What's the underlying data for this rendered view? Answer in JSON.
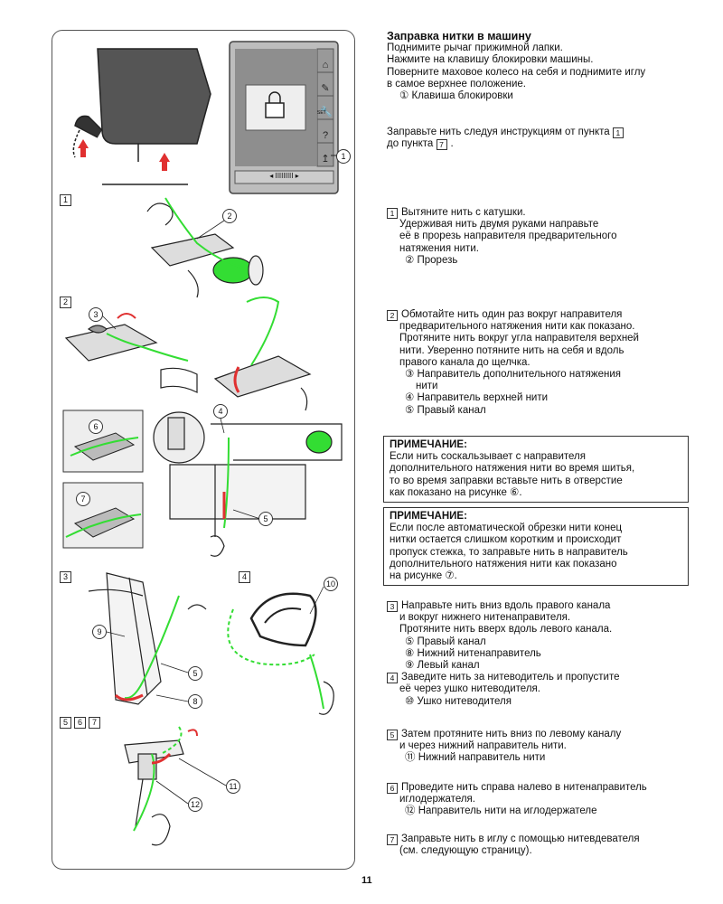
{
  "title": "Заправка нитки в машину",
  "intro": [
    "Поднимите рычаг прижимной лапки.",
    "Нажмите на клавишу блокировки машины.",
    "Поверните маховое колесо на себя и поднимите иглу",
    "в самое верхнее положение.",
    "① Клавиша блокировки"
  ],
  "intro2": [
    "Заправьте нить следуя инструкциям от пункта",
    "до пункта",
    "."
  ],
  "step1": {
    "num": "1",
    "lines": [
      "Вытяните нить с катушки.",
      "Удерживая нить двумя руками направьте",
      "её в прорезь направителя предварительного",
      "натяжения нити."
    ],
    "legend": [
      "② Прорезь"
    ]
  },
  "step2": {
    "num": "2",
    "lines": [
      "Обмотайте нить один раз вокруг направителя",
      "предварительного натяжения нити как показано.",
      "Протяните нить вокруг угла направителя верхней",
      "нити. Уверенно потяните нить на себя и вдоль",
      "правого канала до щелчка."
    ],
    "legend": [
      "③ Направитель дополнительного натяжения",
      "нити",
      "④ Направитель верхней нити",
      "⑤ Правый канал"
    ]
  },
  "note1": {
    "heading": "ПРИМЕЧАНИЕ:",
    "lines": [
      "Если нить соскальзывает с направителя",
      "дополнительного натяжения нити во время шитья,",
      "то во время заправки вставьте нить в отверстие",
      "как показано на рисунке ⑥."
    ]
  },
  "note2": {
    "heading": "ПРИМЕЧАНИЕ:",
    "lines": [
      "Если после автоматической обрезки нити конец",
      "нитки остается слишком коротким и происходит",
      "пропуск стежка, то заправьте нить в направитель",
      "дополнительного натяжения нити как показано",
      "на рисунке ⑦."
    ]
  },
  "step3": {
    "num": "3",
    "lines": [
      "Направьте нить вниз вдоль правого канала",
      "и вокруг нижнего нитенаправителя.",
      "Протяните нить вверх вдоль левого канала."
    ],
    "legend": [
      "⑤ Правый канал",
      "⑧ Нижний нитенаправитель",
      "⑨ Левый канал"
    ]
  },
  "step4": {
    "num": "4",
    "lines": [
      "Заведите нить за нитеводитель и пропустите",
      "её через ушко нитеводителя."
    ],
    "legend": [
      "⑩ Ушко нитеводителя"
    ]
  },
  "step5": {
    "num": "5",
    "lines": [
      "Затем протяните нить вниз по левому каналу",
      "и через нижний направитель нити."
    ],
    "legend": [
      "⑪ Нижний направитель нити"
    ]
  },
  "step6": {
    "num": "6",
    "lines": [
      "Проведите нить справа налево в нитенаправитель",
      "иглодержателя."
    ],
    "legend": [
      "⑫ Направитель нити на иглодержателе"
    ]
  },
  "step7": {
    "num": "7",
    "lines": [
      "Заправьте нить в иглу с помощью нитевдевателя",
      "(см. следующую страницу)."
    ]
  },
  "figure_labels": {
    "s1": "1",
    "s2": "2",
    "s3": "3",
    "s4": "4",
    "s5": "5",
    "s6": "6",
    "s7": "7",
    "c1": "1",
    "c2": "2",
    "c3": "3",
    "c4": "4",
    "c5a": "5",
    "c5b": "5",
    "c6": "6",
    "c7": "7",
    "c8": "8",
    "c9": "9",
    "c10": "10",
    "c11": "11",
    "c12": "12",
    "screen_icons": [
      "⌂",
      "✎",
      "🔧",
      "?",
      "↥"
    ],
    "screen_set": "SET",
    "screen_bar": "◂  IIIIIIIII  ▸"
  },
  "page_number": "11",
  "colors": {
    "thread": "#33dd33",
    "arrow": "#e03030",
    "screen": "#9a9a9a"
  }
}
